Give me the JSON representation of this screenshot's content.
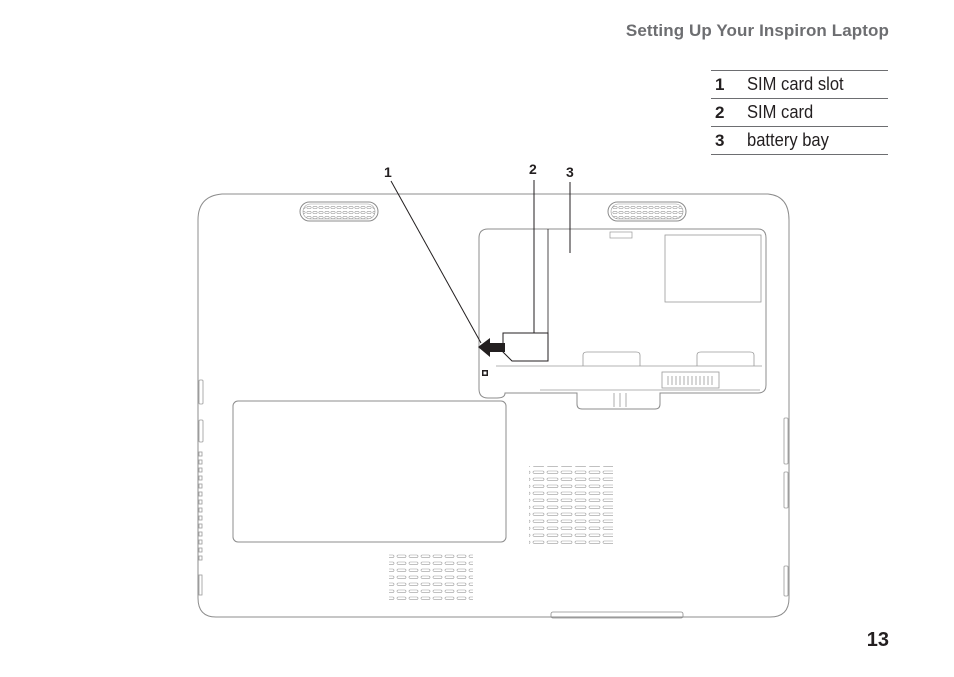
{
  "header": {
    "title": "Setting Up Your Inspiron Laptop"
  },
  "legend": {
    "items": [
      {
        "number": "1",
        "label": "SIM card slot"
      },
      {
        "number": "2",
        "label": "SIM card"
      },
      {
        "number": "3",
        "label": "battery bay"
      }
    ]
  },
  "callouts": [
    "1",
    "2",
    "3"
  ],
  "page_number": "13",
  "colors": {
    "header": "#6d6e71",
    "line": "#231f20",
    "outline": "#9a9a9a"
  }
}
